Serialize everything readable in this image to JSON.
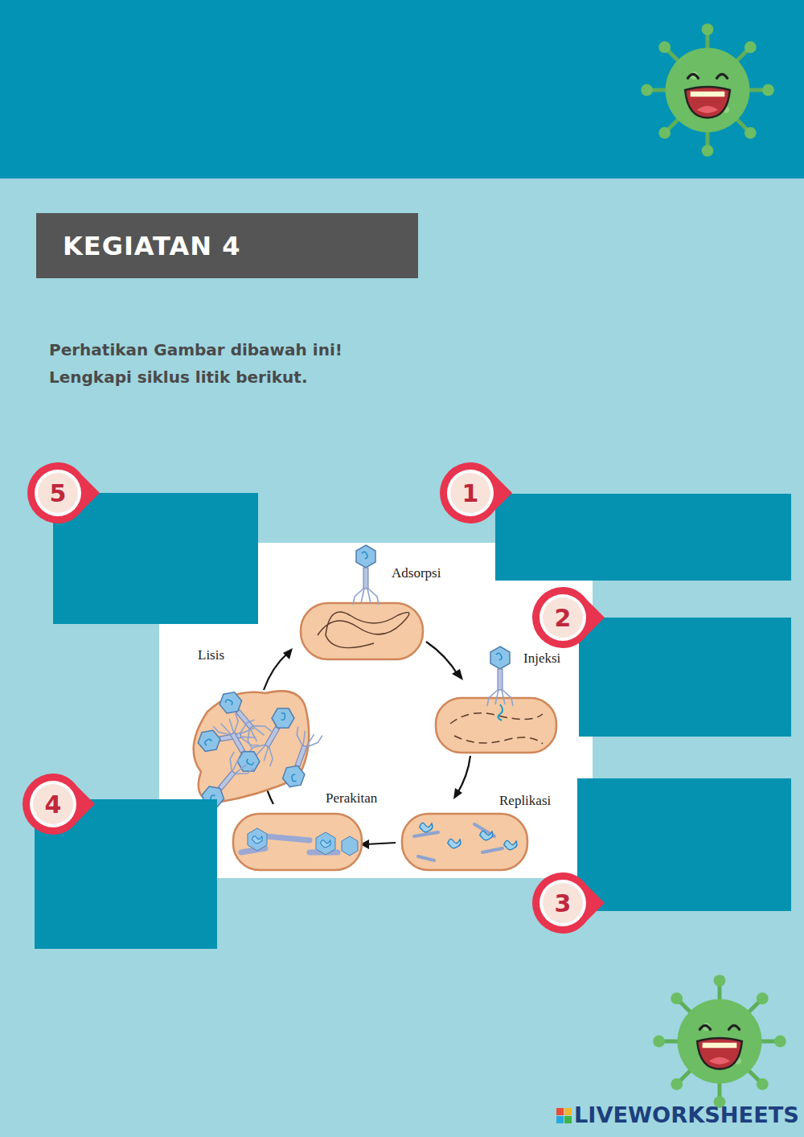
{
  "diagram": {
    "nodes": [
      {
        "text": [
          "KEGIATAN 4"
        ]
      },
      {
        "text": [
          "5"
        ]
      },
      {
        "text": [
          "1"
        ]
      },
      {
        "text": [
          "2"
        ]
      },
      {
        "text": [
          "3"
        ]
      },
      {
        "text": [
          "4"
        ]
      }
    ],
    "labels": [
      "Perhatikan Gambar dibawah ini! Lengkapi siklus litik berikut.",
      "Adsorpsi",
      "Injeksi",
      "Replikasi",
      "Perakitan",
      "Lisis",
      "LIVEWORKSHEETS"
    ]
  }
}
